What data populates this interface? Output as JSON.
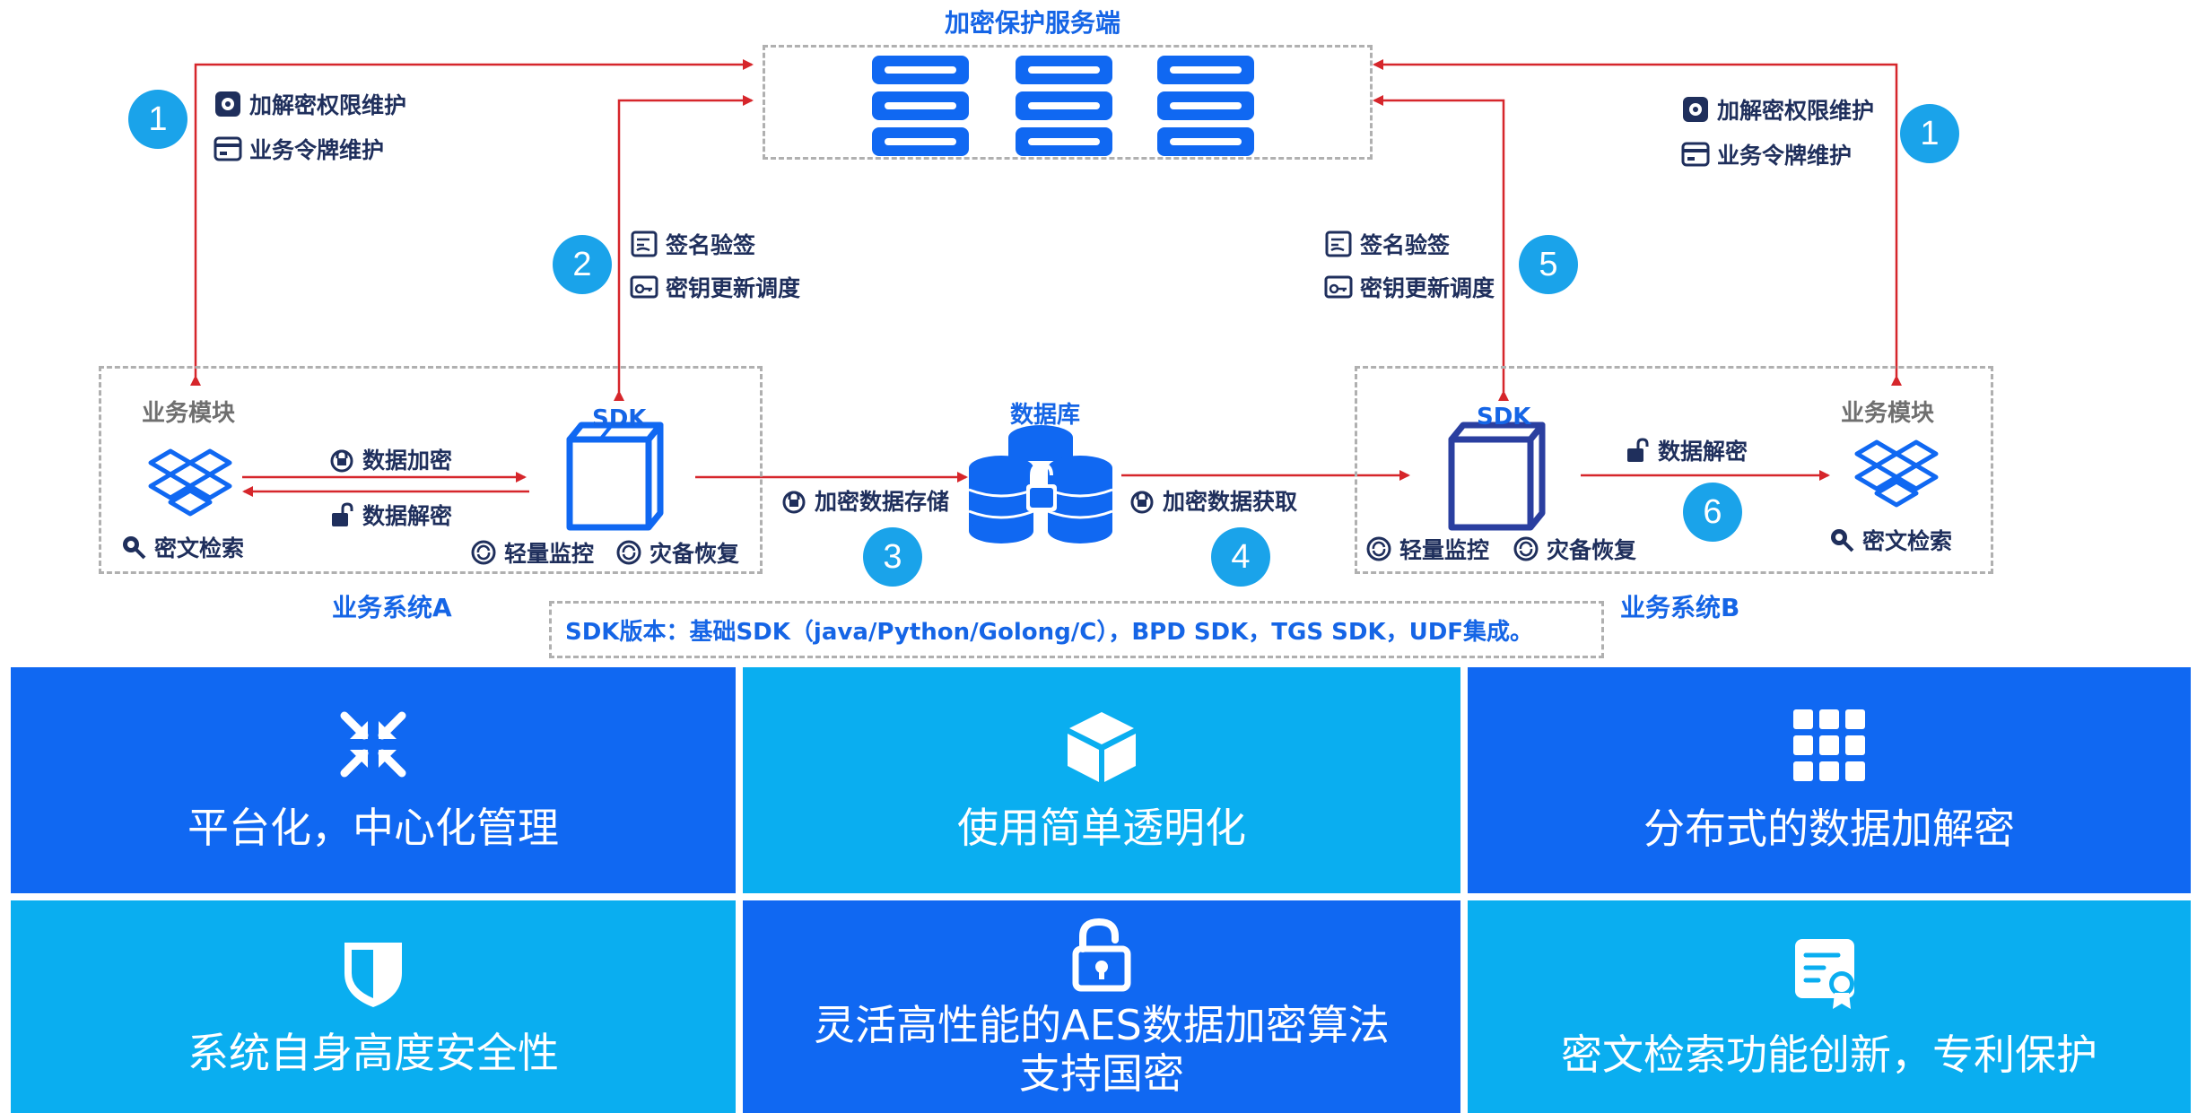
{
  "server": {
    "title": "加密保护服务端"
  },
  "steps": [
    "1",
    "2",
    "3",
    "4",
    "5",
    "6",
    "1"
  ],
  "left_admin": {
    "perm": "加解密权限维护",
    "token": "业务令牌维护"
  },
  "right_admin": {
    "perm": "加解密权限维护",
    "token": "业务令牌维护"
  },
  "left_sign": {
    "sign": "签名验签",
    "key": "密钥更新调度"
  },
  "right_sign": {
    "sign": "签名验签",
    "key": "密钥更新调度"
  },
  "system_a": {
    "name": "业务系统A",
    "module": "业务模块",
    "sdk": "SDK",
    "encrypt": "数据加密",
    "decrypt": "数据解密",
    "search": "密文检索",
    "monitor": "轻量监控",
    "recover": "灾备恢复"
  },
  "system_b": {
    "name": "业务系统B",
    "module": "业务模块",
    "sdk": "SDK",
    "decrypt": "数据解密",
    "search": "密文检索",
    "monitor": "轻量监控",
    "recover": "灾备恢复"
  },
  "database": {
    "title": "数据库",
    "store": "加密数据存储",
    "fetch": "加密数据获取"
  },
  "sdk_note": "SDK版本：基础SDK（java/Python/Golong/C），BPD SDK，TGS SDK，UDF集成。",
  "colors": {
    "dark_blue": "#1068f2",
    "light_blue": "#0aaef0",
    "arrow_red": "#d6262b",
    "step_circle": "#1aa3ea",
    "navy_text": "#1f2f5c"
  },
  "features": [
    {
      "icon": "compress-arrows-icon",
      "text": "平台化，中心化管理"
    },
    {
      "icon": "cube-icon",
      "text": "使用简单透明化"
    },
    {
      "icon": "grid-icon",
      "text": "分布式的数据加解密"
    },
    {
      "icon": "shield-icon",
      "text": "系统自身高度安全性"
    },
    {
      "icon": "unlock-icon",
      "text": "灵活高性能的AES数据加密算法\n支持国密"
    },
    {
      "icon": "certificate-icon",
      "text": "密文检索功能创新，专利保护"
    }
  ]
}
